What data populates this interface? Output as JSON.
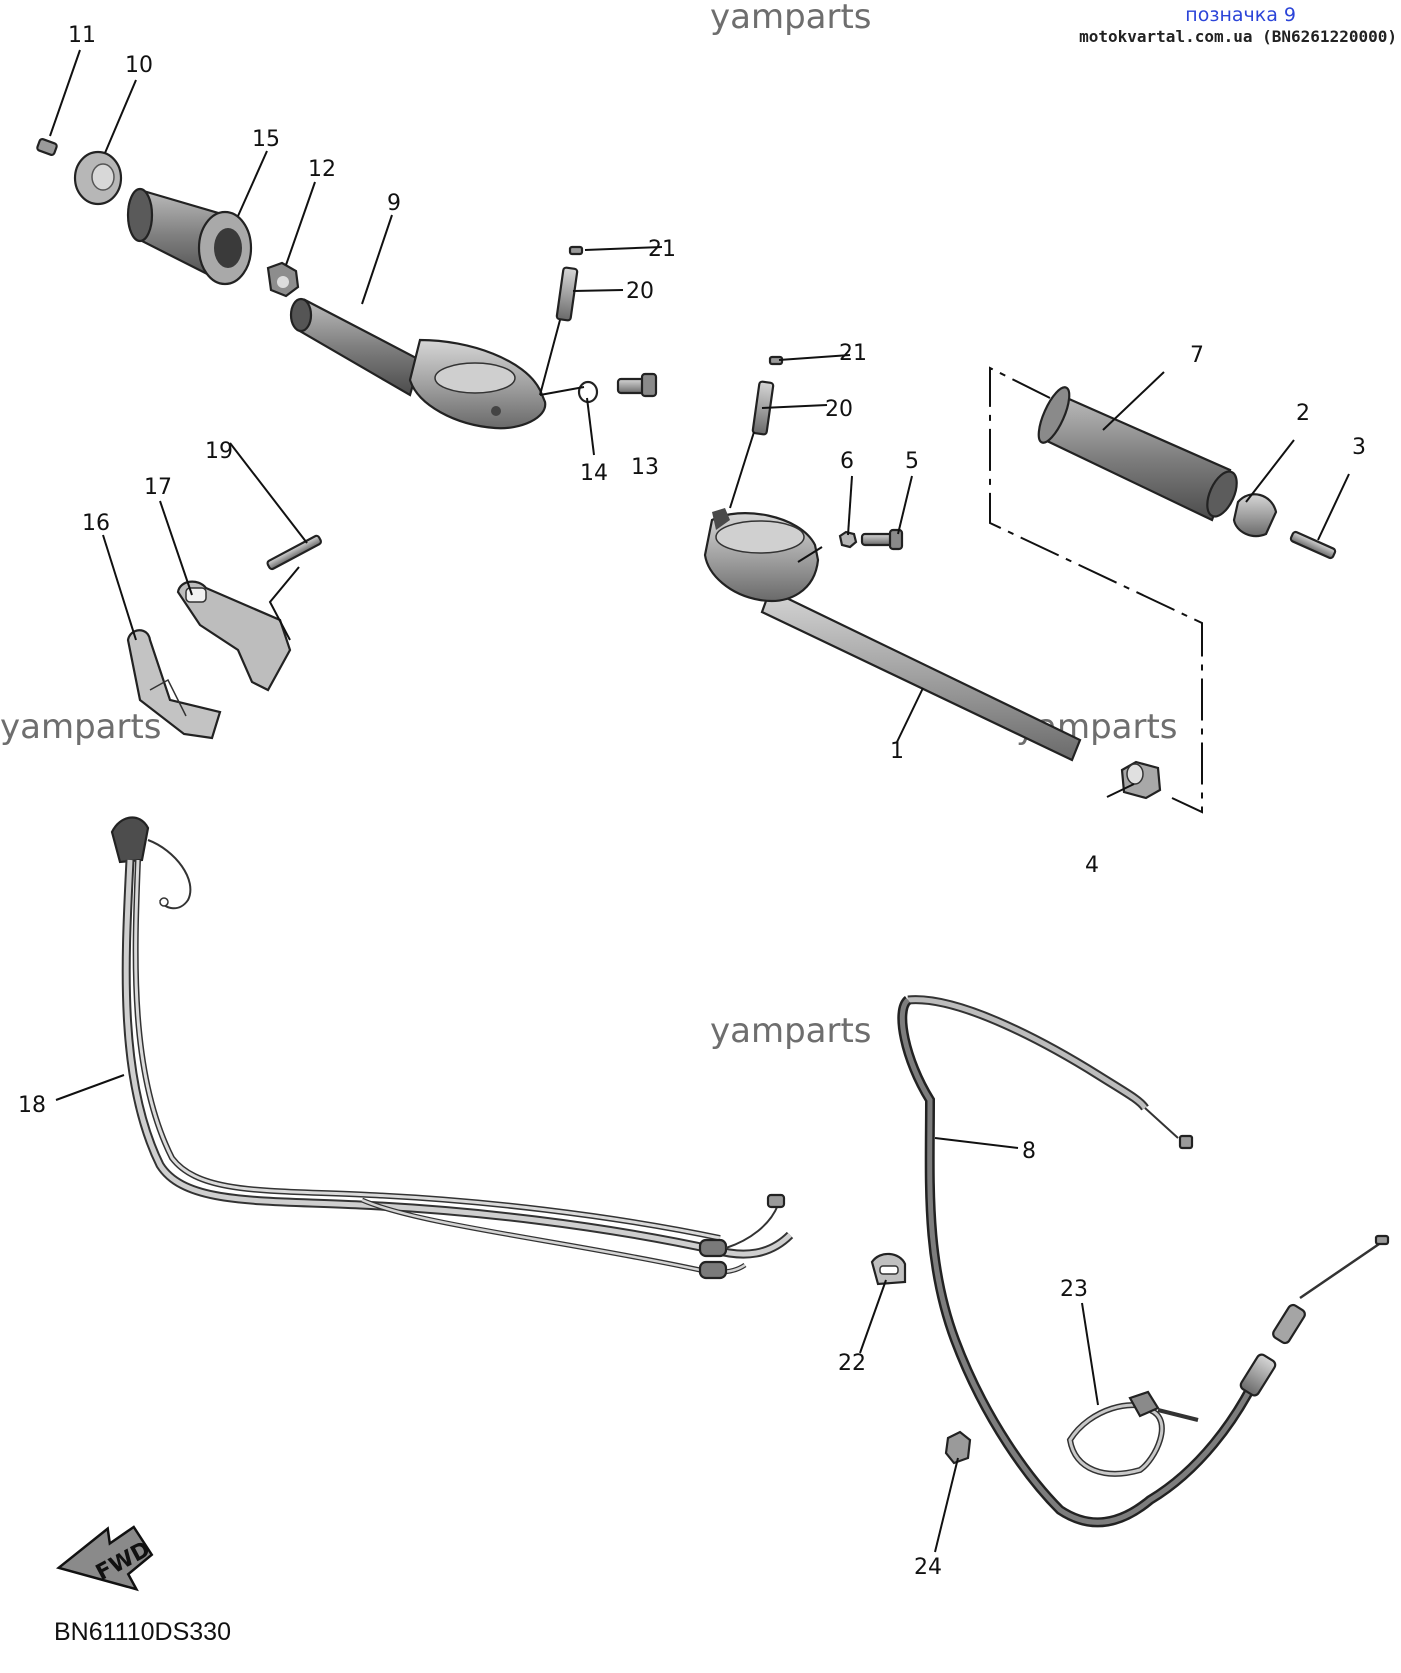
{
  "header": {
    "label": "позначка 9",
    "source": "motokvartal.com.ua (BN6261220000)"
  },
  "watermark": "yamparts",
  "fwd_label": "FWD",
  "diagram_code": "BN61110DS330",
  "callouts": [
    "11",
    "10",
    "15",
    "12",
    "9",
    "21",
    "20",
    "14",
    "13",
    "19",
    "17",
    "16",
    "21",
    "20",
    "6",
    "5",
    "7",
    "2",
    "3",
    "1",
    "4",
    "18",
    "8",
    "23",
    "22",
    "24"
  ],
  "colors": {
    "header_label": "#2b44d8",
    "part_fill": "#9a9a9a",
    "part_dark": "#4a4a4a",
    "line": "#111111"
  }
}
